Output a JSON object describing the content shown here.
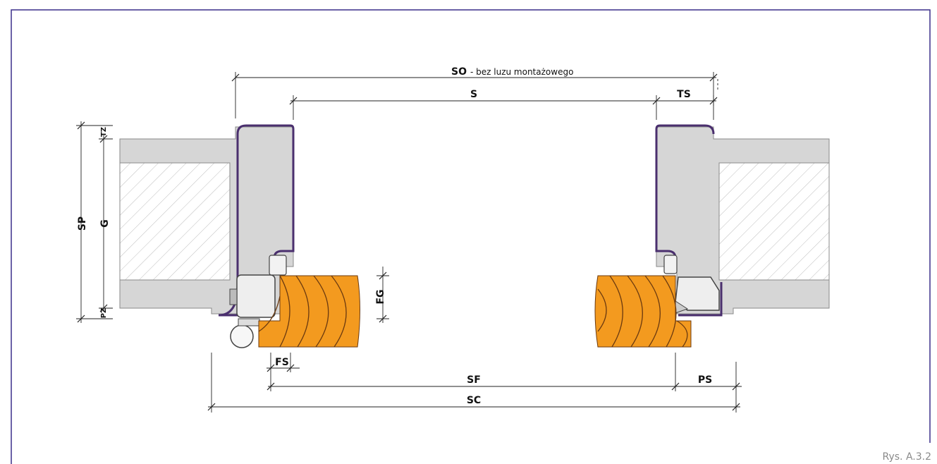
{
  "caption": "Rys. A.3.2",
  "dimensions": {
    "so": "SO",
    "so_note": "- bez luzu montażowego",
    "s": "S",
    "ts": "TS",
    "sp": "SP",
    "g": "G",
    "tz": "TZ",
    "pz": "PZ",
    "fg": "FG",
    "fs": "FS",
    "sf": "SF",
    "ps": "PS",
    "sc": "SC"
  },
  "colors": {
    "frame_border": "#3a2f8a",
    "steel_frame": "#4a2f6e",
    "wall": "#d6d6d6",
    "wood": "#f39a1f",
    "wood_lines": "#6b3a10"
  }
}
